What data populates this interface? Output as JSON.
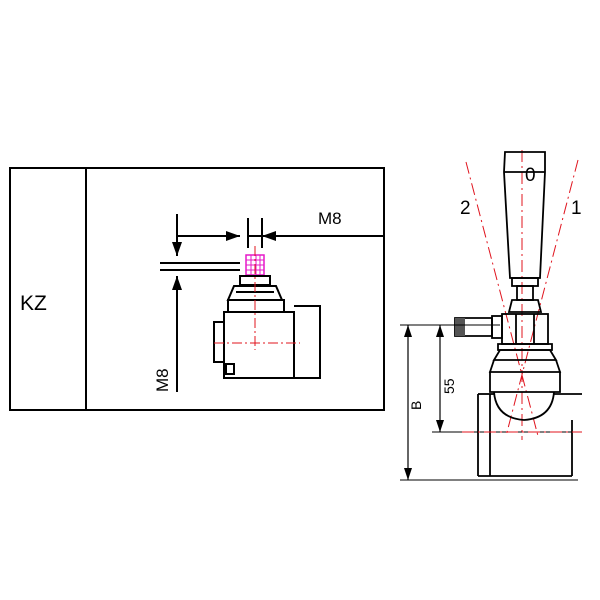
{
  "left_view": {
    "label_kz": "KZ",
    "label_m8_top": "M8",
    "label_m8_side": "M8"
  },
  "right_view": {
    "position_0": "0",
    "position_1": "1",
    "position_2": "2",
    "dim_55": "55",
    "dim_b": "B"
  },
  "colors": {
    "line": "#000000",
    "center_line": "#e0141e",
    "thread_mark": "#e619c8"
  }
}
